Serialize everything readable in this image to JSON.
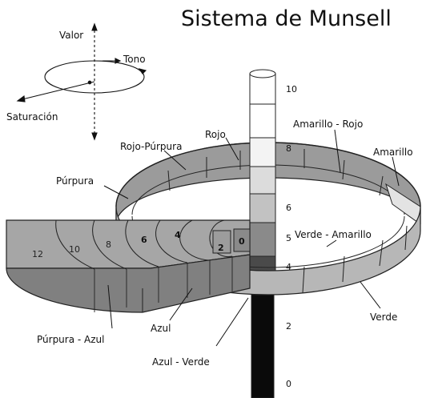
{
  "title": "Sistema de Munsell",
  "axes_legend": {
    "valor": "Valor",
    "tono": "Tono",
    "saturacion": "Saturación"
  },
  "hues": {
    "rojo": "Rojo",
    "rojo_purpura": "Rojo-Púrpura",
    "purpura": "Púrpura",
    "amarillo_rojo": "Amarillo - Rojo",
    "amarillo": "Amarillo",
    "verde_amarillo": "Verde - Amarillo",
    "verde": "Verde",
    "azul_verde": "Azul - Verde",
    "azul": "Azul",
    "purpura_azul": "Púrpura - Azul"
  },
  "value_scale": [
    "10",
    "8",
    "6",
    "5",
    "4",
    "2",
    "0"
  ],
  "chroma_scale": [
    "12",
    "10",
    "8",
    "6",
    "4",
    "2",
    "0"
  ]
}
